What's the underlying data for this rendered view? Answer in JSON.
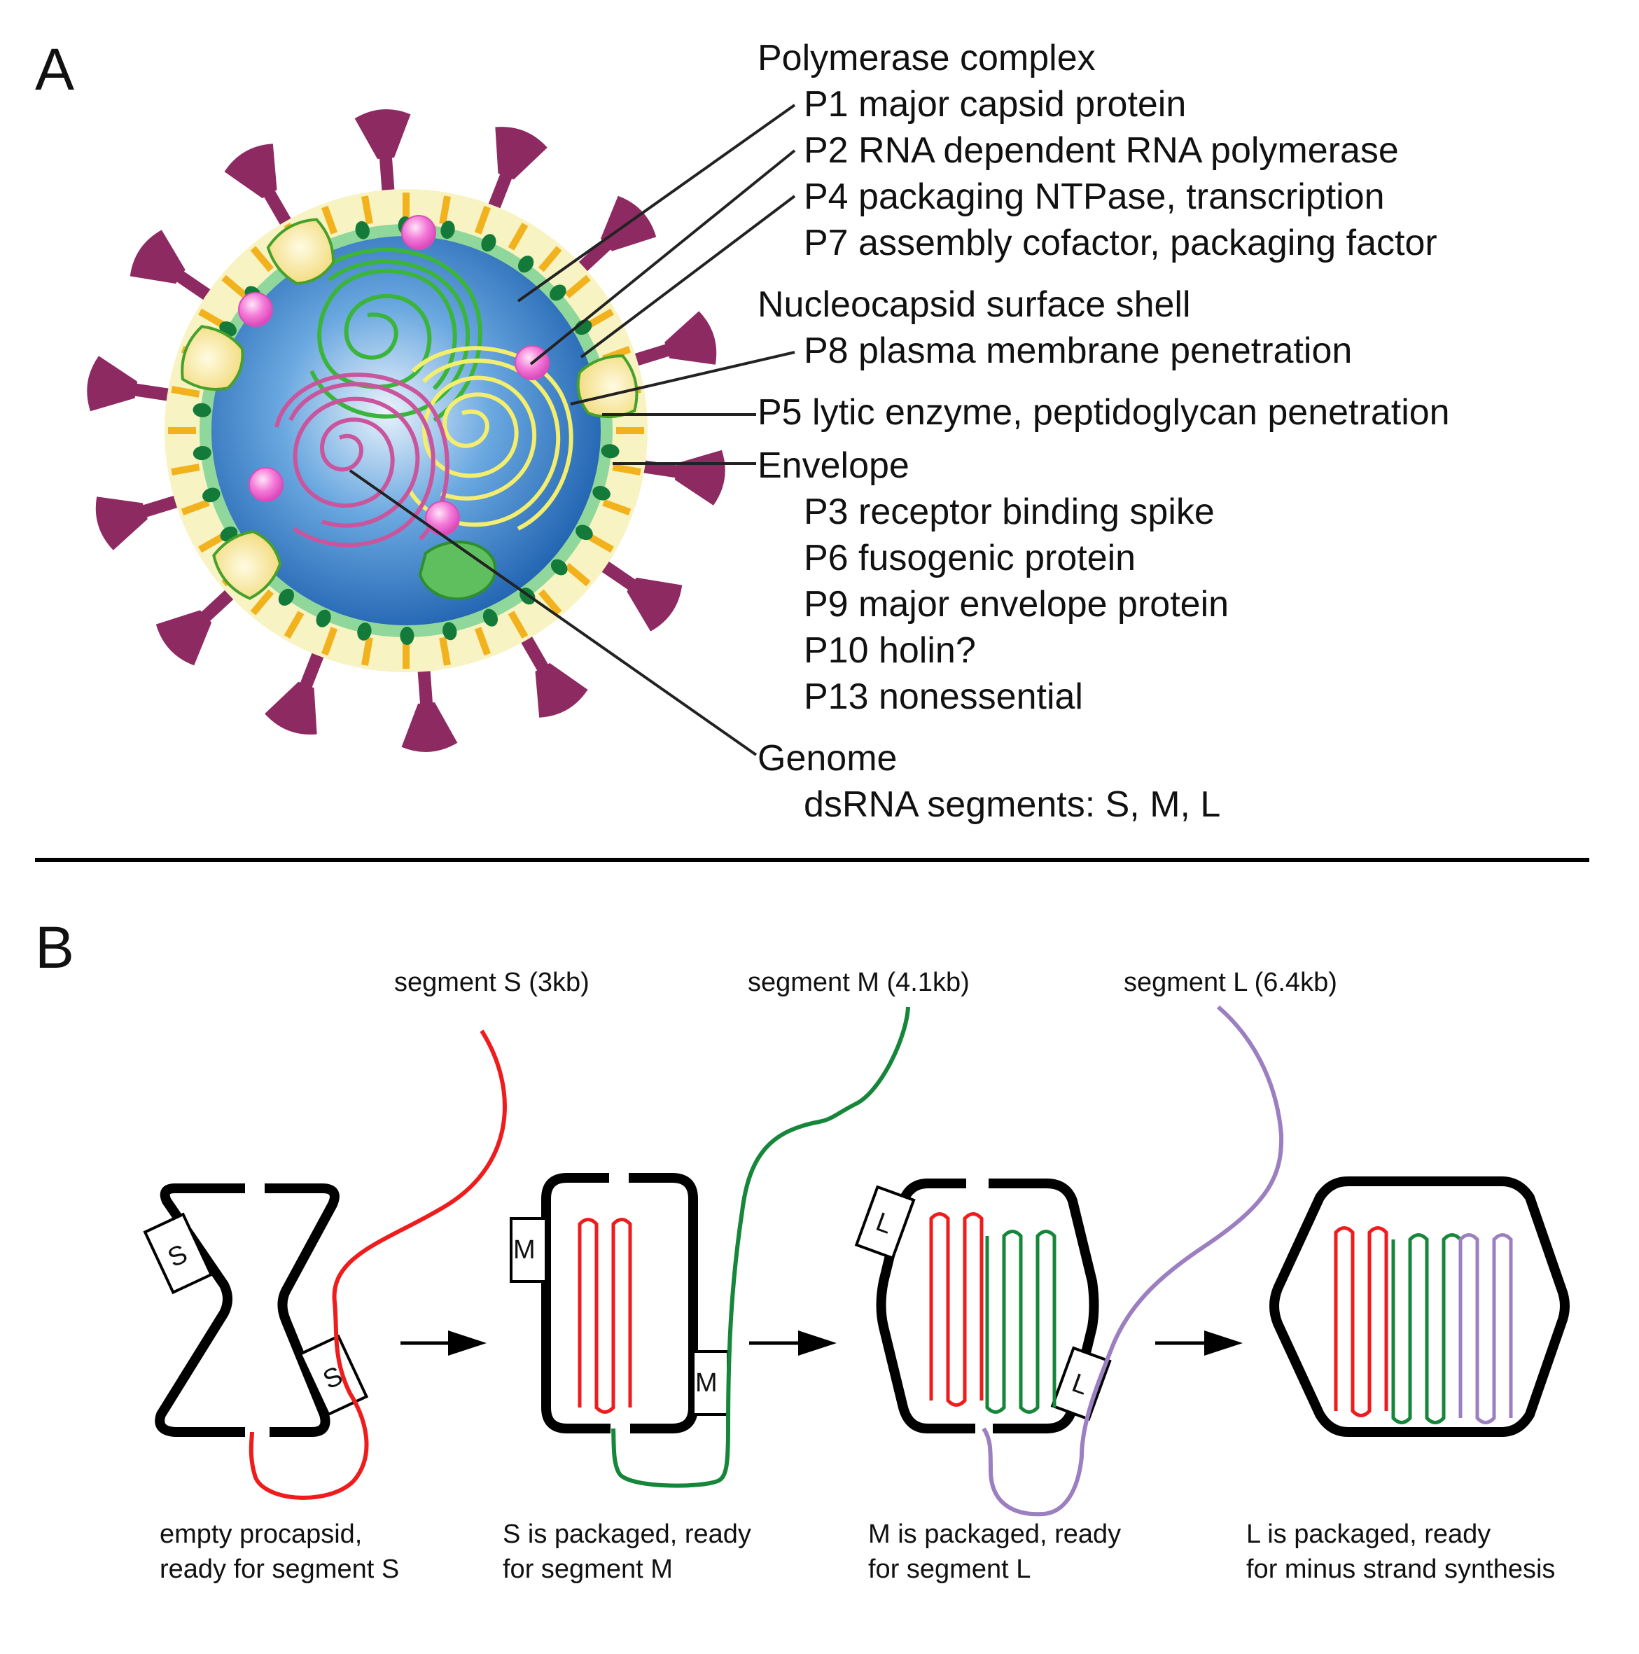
{
  "panel_a": {
    "label": "A",
    "labels": {
      "polymerase_complex": "Polymerase complex",
      "p1": "P1 major capsid protein",
      "p2": "P2 RNA dependent RNA polymerase",
      "p4": "P4 packaging NTPase, transcription",
      "p7": "P7 assembly cofactor, packaging factor",
      "nucleocapsid": "Nucleocapsid surface shell",
      "p8": "P8 plasma membrane penetration",
      "p5": "P5 lytic enzyme, peptidoglycan penetration",
      "envelope": "Envelope",
      "p3": "P3 receptor binding spike",
      "p6": "P6 fusogenic protein",
      "p9": "P9 major envelope protein",
      "p10": "P10 holin?",
      "p13": "P13 nonessential",
      "genome": "Genome",
      "dsrna": "dsRNA segments: S, M, L"
    }
  },
  "panel_b": {
    "label": "B",
    "segments": {
      "s": "segment S (3kb)",
      "m": "segment M (4.1kb)",
      "l": "segment L (6.4kb)"
    },
    "box_letters": {
      "s": "S",
      "m": "M",
      "l": "L"
    },
    "captions": [
      {
        "line1": "empty procapsid,",
        "line2": "ready for segment S"
      },
      {
        "line1": "S is packaged, ready",
        "line2": "for segment M"
      },
      {
        "line1": "M is packaged, ready",
        "line2": "for segment L"
      },
      {
        "line1": "L is packaged, ready",
        "line2": "for minus strand synthesis"
      }
    ]
  },
  "colors": {
    "segment_s": "#ee1c1c",
    "segment_m": "#16873a",
    "segment_l": "#9b7fc0",
    "spike": "#8e2a62",
    "envelope": "#f7f3c2",
    "nucleocapsid": "#8fd79a",
    "core": "#2a7fc8",
    "p4_hexamer": "#f6e49a",
    "p2_polymerase": "#f06ad0"
  }
}
